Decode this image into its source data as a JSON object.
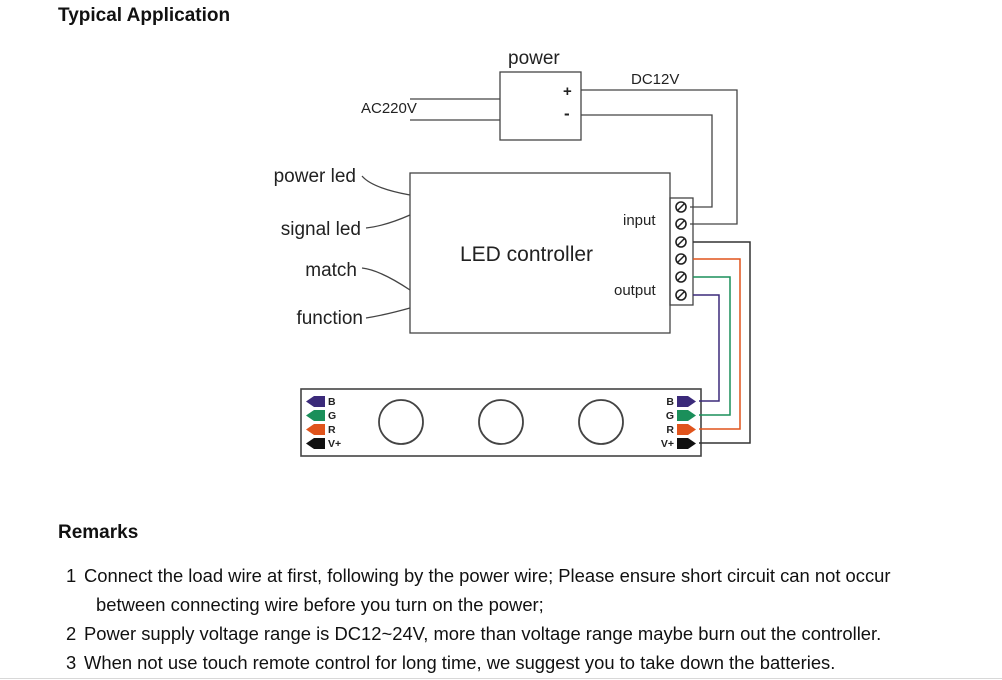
{
  "title": "Typical Application",
  "diagram": {
    "power_label": "power",
    "plus_sign": "+",
    "minus_sign": "-",
    "dc_label": "DC12V",
    "ac_label": "AC220V",
    "controller_label": "LED controller",
    "input_label": "input",
    "output_label": "output",
    "left_labels": {
      "power_led": "power led",
      "signal_led": "signal led",
      "match": "match",
      "function": "function"
    },
    "strip_pins": [
      "B",
      "G",
      "R",
      "V+"
    ],
    "wire_colors": {
      "black": "#333333",
      "blue": "#3b2a7a",
      "green": "#1a8f5a",
      "red": "#e0541c"
    }
  },
  "remarks": {
    "title": "Remarks",
    "items": [
      {
        "num": "1",
        "text": "Connect the load wire at first, following by the power wire; Please ensure short circuit can not occur",
        "cont": "between connecting wire before you turn on the power;"
      },
      {
        "num": "2",
        "text": "Power supply voltage range is DC12~24V, more than voltage range maybe burn out the controller.",
        "cont": ""
      },
      {
        "num": "3",
        "text": "When not use touch remote control for long time, we suggest you to take down the batteries.",
        "cont": ""
      }
    ]
  }
}
